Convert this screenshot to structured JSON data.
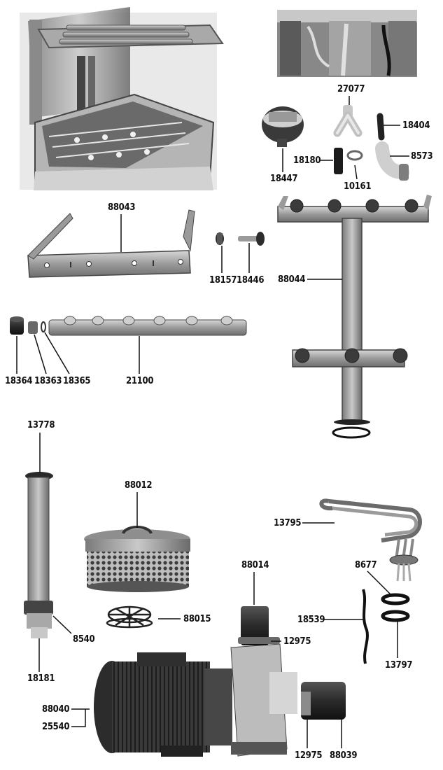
{
  "diagram": {
    "part_numbers": [
      "27077",
      "18404",
      "18447",
      "18180",
      "10161",
      "8573",
      "88043",
      "18157",
      "18446",
      "88044",
      "18364",
      "18363",
      "18365",
      "21100",
      "13778",
      "88012",
      "13795",
      "8677",
      "88014",
      "88015",
      "8540",
      "18539",
      "12975",
      "13797",
      "18181",
      "88040",
      "25540",
      "12975",
      "88039"
    ]
  }
}
